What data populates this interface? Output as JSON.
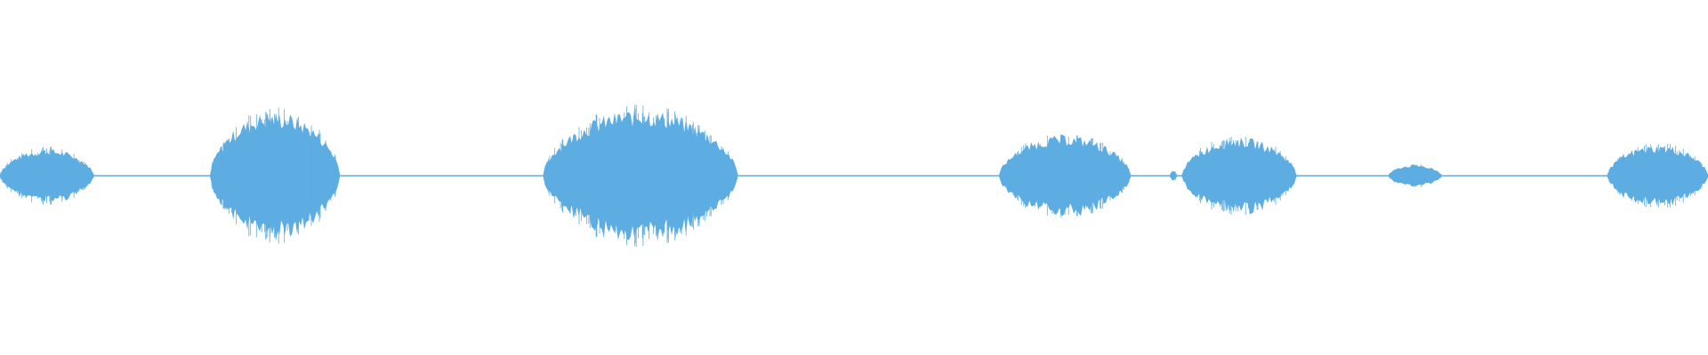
{
  "waveform": {
    "color": "#5dade2",
    "baseline": "center",
    "segments": [
      {
        "start": 0.0,
        "end": 0.055,
        "peak": 0.22
      },
      {
        "start": 0.123,
        "end": 0.199,
        "peak": 0.52
      },
      {
        "start": 0.318,
        "end": 0.432,
        "peak": 0.54
      },
      {
        "start": 0.585,
        "end": 0.662,
        "peak": 0.33
      },
      {
        "start": 0.685,
        "end": 0.689,
        "peak": 0.04
      },
      {
        "start": 0.692,
        "end": 0.759,
        "peak": 0.31
      },
      {
        "start": 0.813,
        "end": 0.844,
        "peak": 0.09
      },
      {
        "start": 0.941,
        "end": 1.0,
        "peak": 0.25
      }
    ]
  }
}
